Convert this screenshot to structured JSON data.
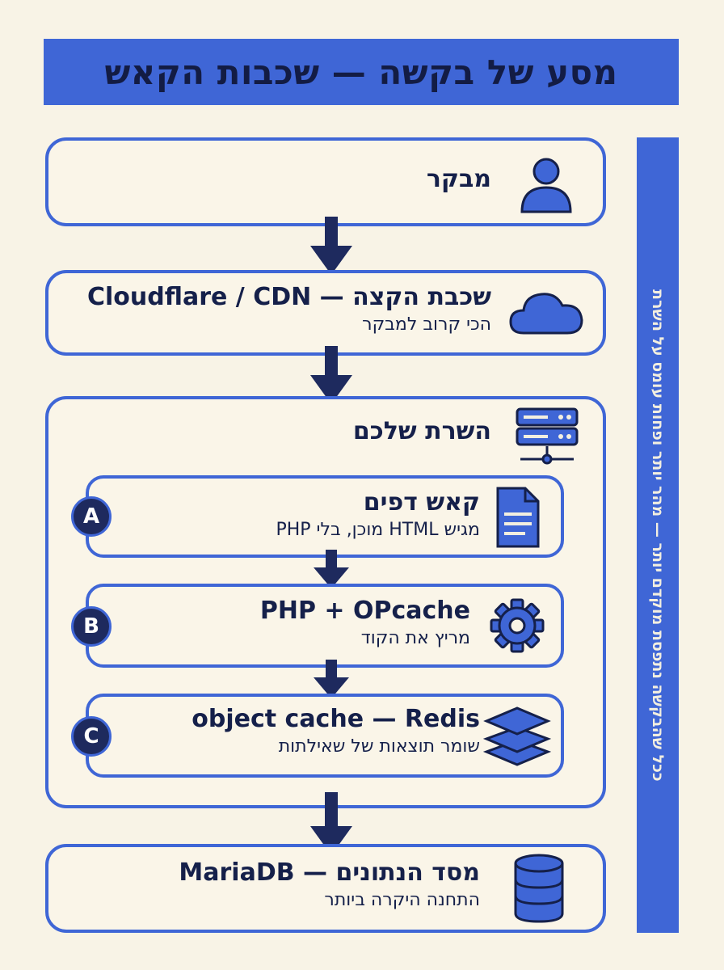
{
  "title": "מסע של בקשה — שכבות הקאש",
  "side_note": "ככל שהבקשה נתפסת מוקדם יותר — מהר יותר ופחות עומס על השרת",
  "layers": {
    "visitor": {
      "title": "מבקר",
      "icon": "user-icon"
    },
    "edge": {
      "title": "שכבת הקצה — Cloudflare / CDN",
      "subtitle": "הכי קרוב למבקר",
      "icon": "cloud-icon"
    },
    "server": {
      "title": "השרת שלכם",
      "icon": "server-icon"
    },
    "page_cache": {
      "badge": "A",
      "title": "קאש דפים",
      "subtitle": "מגיש HTML מוכן, בלי PHP",
      "icon": "document-icon"
    },
    "php": {
      "badge": "B",
      "title": "PHP + OPcache",
      "subtitle": "מריץ את הקוד",
      "icon": "gear-icon"
    },
    "object_cache": {
      "badge": "C",
      "title": "object cache — Redis",
      "subtitle": "שומר תוצאות של שאילתות",
      "icon": "layers-icon"
    },
    "database": {
      "title": "מסד הנתונים — MariaDB",
      "subtitle": "התחנה היקרה ביותר",
      "icon": "database-icon"
    }
  },
  "colors": {
    "accent": "#3f66d6",
    "ink": "#15204a",
    "paper": "#f8f3e6"
  }
}
